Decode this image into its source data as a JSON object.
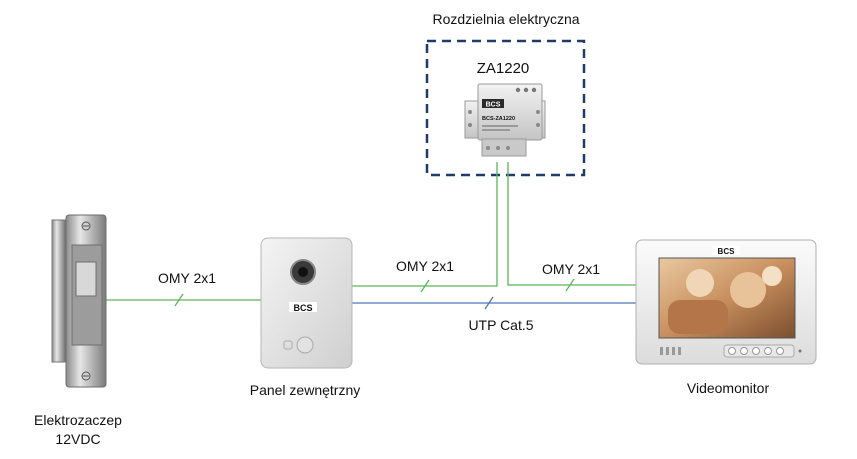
{
  "distribution_box": {
    "title": "Rozdzielnia elektryczna",
    "device_model": "ZA1220",
    "device_brand": "BCS",
    "device_plate_text": "BCS-ZA1220"
  },
  "devices": {
    "electric_strike": {
      "label_line1": "Elektrozaczep",
      "label_line2": "12VDC"
    },
    "outdoor_panel": {
      "label": "Panel zewnętrzny",
      "brand": "BCS"
    },
    "videomonitor": {
      "label": "Videomonitor",
      "brand": "BCS"
    }
  },
  "connections": {
    "strike_to_panel": "OMY 2x1",
    "panel_to_psu": "OMY 2x1",
    "psu_to_monitor": "OMY 2x1",
    "panel_to_monitor": "UTP Cat.5"
  },
  "colors": {
    "omy_wire": "#5ab55a",
    "utp_wire": "#4a78b8",
    "dashed_box": "#1f3a6b"
  }
}
